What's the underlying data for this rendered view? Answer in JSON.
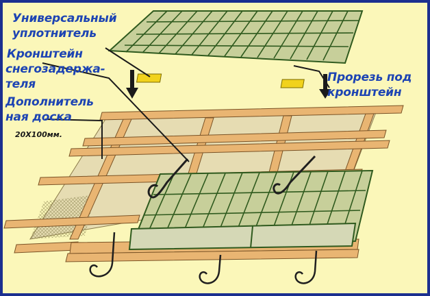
{
  "labels": {
    "sealant_line1": "Универсальный",
    "sealant_line2": "уплотнитель",
    "bracket_line1": "Кронштейн",
    "bracket_line2": "снегозадержа-",
    "bracket_line3": "теля",
    "board_line1": "Дополнитель",
    "board_line2": "ная доска",
    "board_size": "20Х100мм.",
    "slot_line1": "Прорезь под",
    "slot_line2": "кронштейн"
  },
  "colors": {
    "background": "#fbf7b9",
    "frame": "#1b2f8f",
    "label_text": "#1d44b3",
    "roof_sheet": "#c7cf9a",
    "roof_outline": "#2f5a1e",
    "batten": "#e9b572",
    "underlay": "#e6dcb2",
    "sealant": "#f1d21c",
    "bracket": "#1f1f1f"
  }
}
